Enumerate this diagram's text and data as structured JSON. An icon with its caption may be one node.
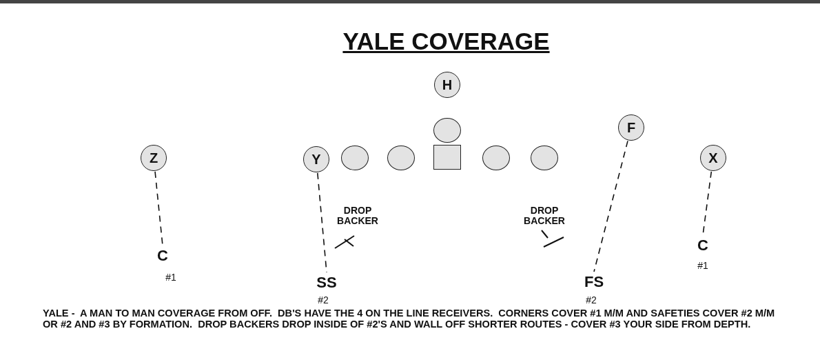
{
  "diagram": {
    "title": "YALE COVERAGE",
    "caption": "YALE -  A MAN TO MAN COVERAGE FROM OFF.  DB'S HAVE THE 4 ON THE LINE RECEIVERS.  CORNERS COVER #1 M/M AND SAFETIES COVER #2 M/M OR #2 AND #3 BY FORMATION.  DROP BACKERS DROP INSIDE OF #2'S AND WALL OFF SHORTER ROUTES - COVER #3 YOUR SIDE FROM DEPTH.",
    "nodes": [
      {
        "text": [
          "H"
        ]
      },
      {
        "text": [
          "F"
        ]
      },
      {
        "text": [],
        "shape": "circle"
      },
      {
        "text": [
          "Z"
        ]
      },
      {
        "text": [
          "Y"
        ]
      },
      {
        "text": [],
        "shape": "circle"
      },
      {
        "text": [],
        "shape": "circle"
      },
      {
        "text": [],
        "shape": "box"
      },
      {
        "text": [],
        "shape": "circle"
      },
      {
        "text": [],
        "shape": "circle"
      },
      {
        "text": [
          "X"
        ]
      },
      {
        "text": [
          "C"
        ],
        "beside": [
          "#1"
        ]
      },
      {
        "text": [
          "C"
        ],
        "beside": [
          "#1"
        ]
      },
      {
        "text": [
          "SS"
        ],
        "beside": [
          "#2"
        ]
      },
      {
        "text": [
          "FS"
        ],
        "beside": [
          "#2"
        ]
      }
    ],
    "edges": [
      {
        "from": 3,
        "to": 11,
        "arrow": "none",
        "style": "dashed"
      },
      {
        "from": 4,
        "to": 13,
        "arrow": "none",
        "style": "dashed"
      },
      {
        "from": 1,
        "to": 14,
        "arrow": "none",
        "style": "dashed"
      },
      {
        "from": 10,
        "to": 12,
        "arrow": "none",
        "style": "dashed"
      }
    ],
    "labels": [
      "DROP BACKER",
      "DROP BACKER"
    ]
  }
}
